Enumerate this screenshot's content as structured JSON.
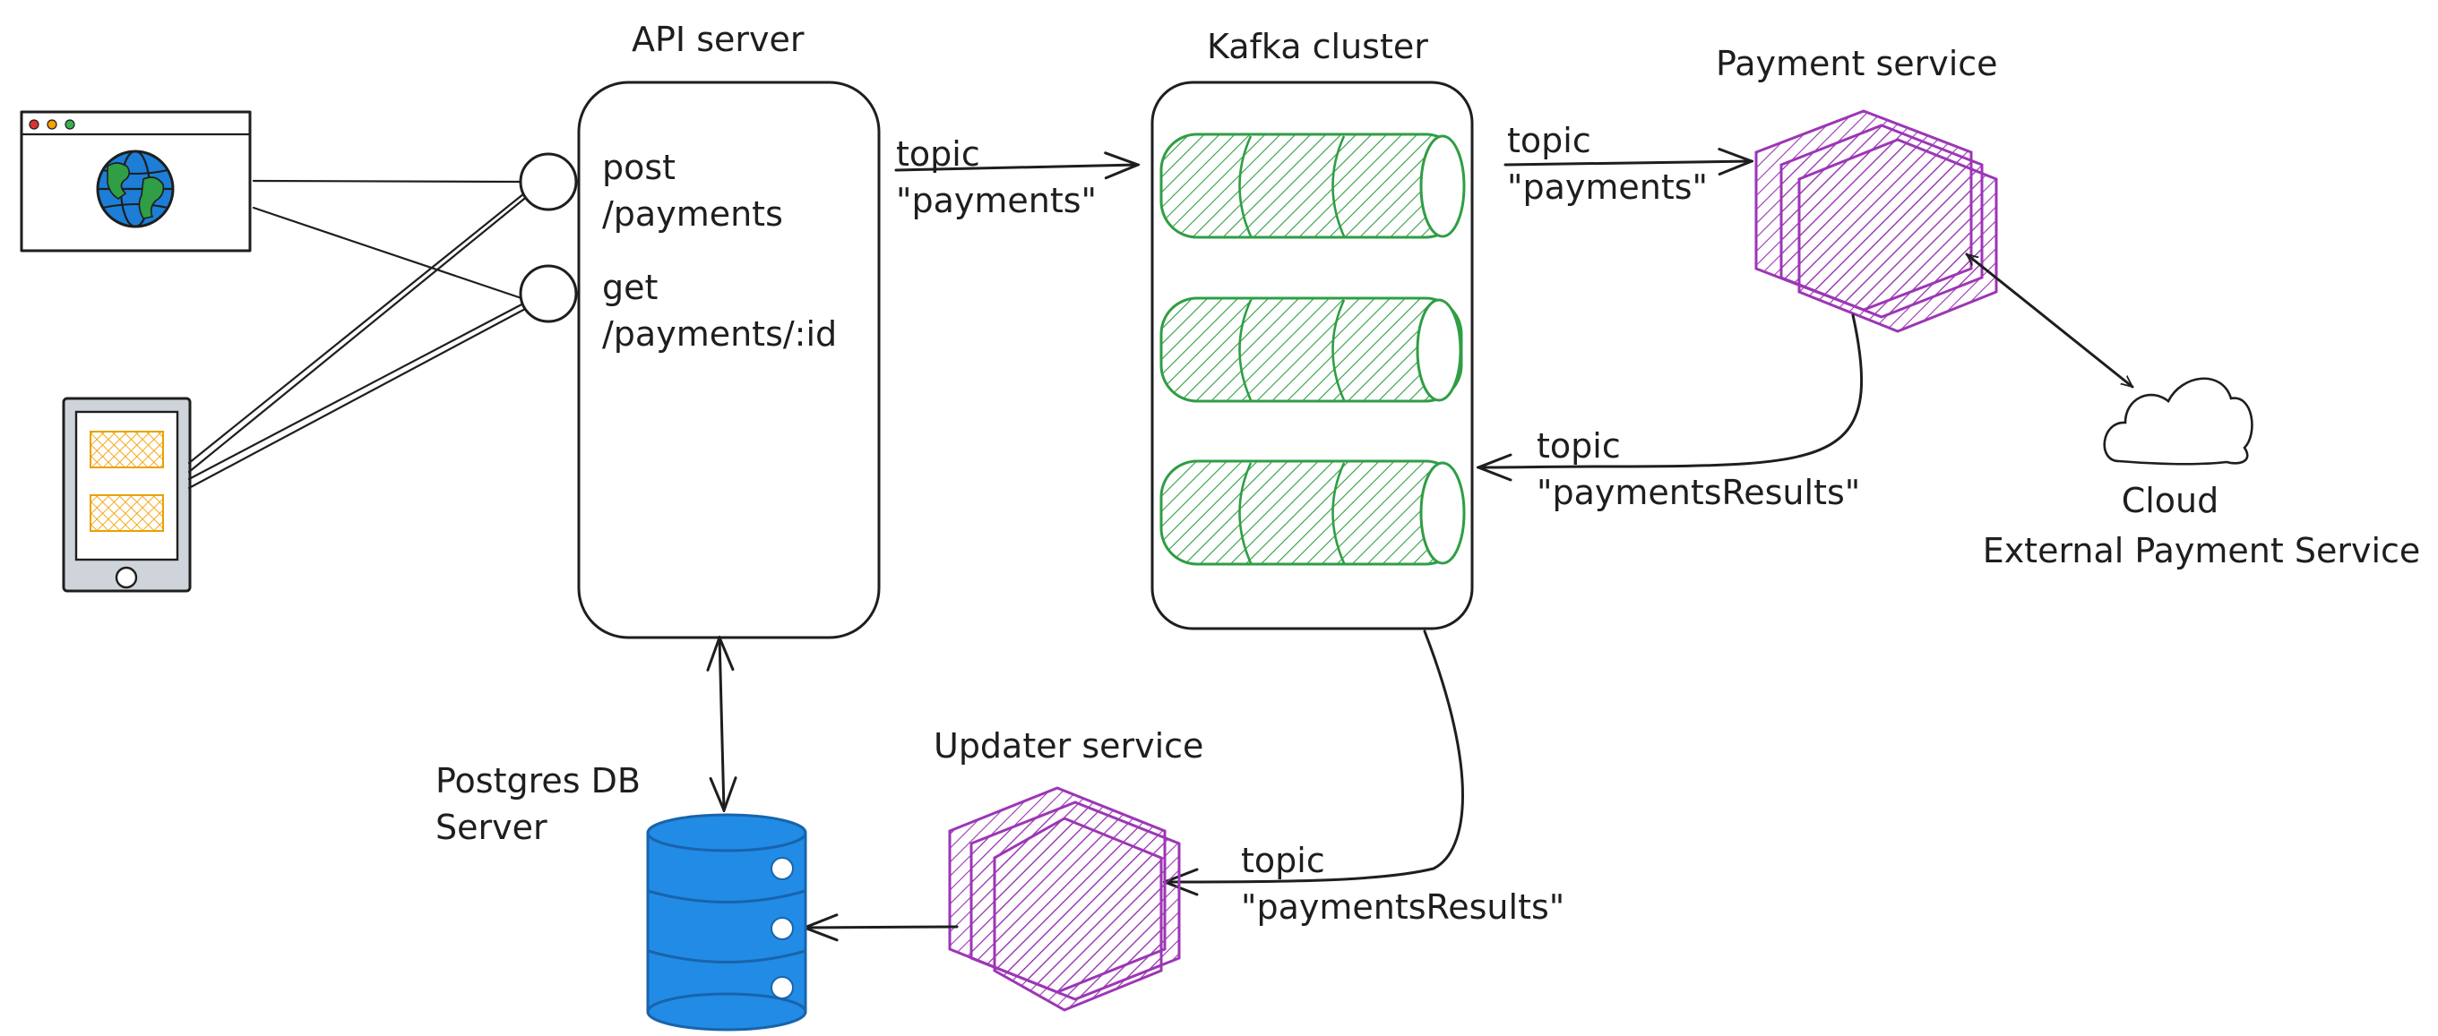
{
  "api_server": {
    "title": "API server",
    "endpoint_post_1": "post",
    "endpoint_post_2": "/payments",
    "endpoint_get_1": "get",
    "endpoint_get_2": "/payments/:id"
  },
  "kafka": {
    "title": "Kafka cluster"
  },
  "payment_service": {
    "title": "Payment service"
  },
  "updater_service": {
    "title": "Updater service"
  },
  "database": {
    "title_1": "Postgres DB",
    "title_2": "Server"
  },
  "cloud": {
    "title_1": "Cloud",
    "title_2": "External Payment Service"
  },
  "arrows": {
    "api_to_kafka_1": "topic",
    "api_to_kafka_2": "\"payments\"",
    "kafka_to_payment_1": "topic",
    "kafka_to_payment_2": "\"payments\"",
    "payment_to_kafka_1": "topic",
    "payment_to_kafka_2": "\"paymentsResults\"",
    "kafka_to_updater_1": "topic",
    "kafka_to_updater_2": "\"paymentsResults\""
  },
  "colors": {
    "kafka_green": "#2f9e44",
    "service_purple": "#9c36b5",
    "db_blue": "#228be6",
    "client_yellow": "#ffd43b",
    "globe_blue": "#1c7ed6",
    "globe_green": "#2f9e44"
  }
}
